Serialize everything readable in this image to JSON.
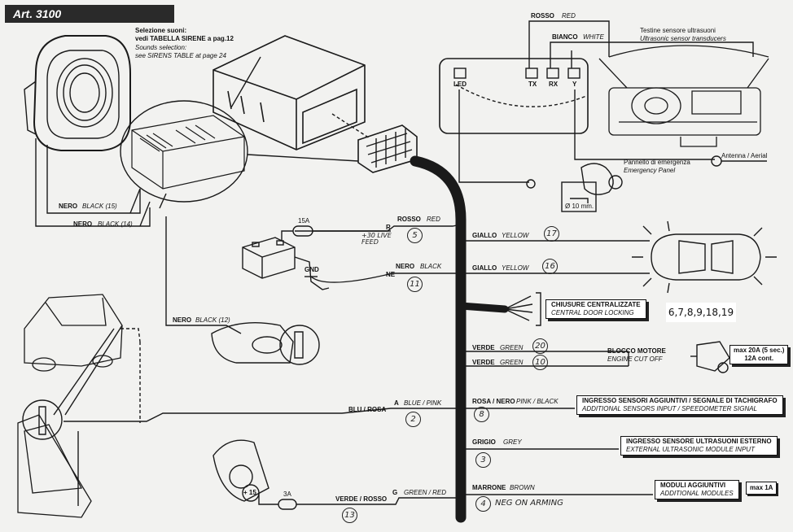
{
  "header": {
    "title": "Art. 3100"
  },
  "sounds": {
    "it_line1": "Selezione suoni:",
    "it_line2": "vedi TABELLA SIRENE a pag.12",
    "en_line1": "Sounds selection:",
    "en_line2": "see SIRENS TABLE at page 24"
  },
  "sensor": {
    "rosso": "ROSSO",
    "red": "RED",
    "bianco": "BIANCO",
    "white": "WHITE",
    "testine_it": "Testine sensore ultrasuoni",
    "testine_en": "Ultrasonic sensor transducers",
    "led": "LED",
    "tx": "TX",
    "rx": "RX",
    "y": "Y"
  },
  "antenna": "Antenna / Aerial",
  "panel": {
    "it": "Pannello di emergenza",
    "en": "Emergency Panel",
    "drill": "Ø 10 mm."
  },
  "left_wires": {
    "nero15_it": "NERO",
    "nero15_en": "BLACK (15)",
    "nero14_it": "NERO",
    "nero14_en": "BLACK (14)",
    "nero12_it": "NERO",
    "nero12_en": "BLACK (12)"
  },
  "power": {
    "fuse15": "15A",
    "r": "R",
    "rosso": "ROSSO",
    "red": "RED",
    "handwritten": "+30 LIVE FEED",
    "c5": "5",
    "gnd": "GND",
    "ne": "NE",
    "nero": "NERO",
    "black": "BLACK",
    "c11": "11"
  },
  "right_wires": {
    "giallo1": "GIALLO",
    "yellow1": "YELLOW",
    "c17": "17",
    "giallo2": "GIALLO",
    "yellow2": "YELLOW",
    "c16": "16",
    "verde1": "VERDE",
    "green1": "GREEN",
    "c20": "20",
    "verde2": "VERDE",
    "green2": "GREEN",
    "c10": "10",
    "rosanero": "ROSA / NERO",
    "pinkblack": "PINK / BLACK",
    "c8": "8",
    "grigio": "GRIGIO",
    "grey": "GREY",
    "c3": "3",
    "marrone": "MARRONE",
    "brown": "BROWN",
    "c4": "4",
    "neg": "NEG ON ARMING"
  },
  "boxes": {
    "door_it": "CHIUSURE CENTRALIZZATE",
    "door_en": "CENTRAL DOOR LOCKING",
    "engine_it": "BLOCCO MOTORE",
    "engine_en": "ENGINE CUT OFF",
    "engine_max1": "max 20A (5 sec.)",
    "engine_max2": "12A cont.",
    "sens_it": "INGRESSO SENSORI AGGIUNTIVI / SEGNALE DI TACHIGRAFO",
    "sens_en": "ADDITIONAL SENSORS INPUT / SPEEDOMETER SIGNAL",
    "ultra_it": "INGRESSO SENSORE ULTRASUONI ESTERNO",
    "ultra_en": "EXTERNAL ULTRASONIC MODULE INPUT",
    "mod_it": "MODULI AGGIUNTIVI",
    "mod_en": "ADDITIONAL MODULES",
    "mod_max": "max 1A"
  },
  "bottom_wires": {
    "blurosa": "BLU / ROSA",
    "a": "A",
    "bluepink": "BLUE / PINK",
    "c2": "2",
    "fuse3": "3A",
    "verderosso": "VERDE / ROSSO",
    "g": "G",
    "greenred": "GREEN / RED",
    "c13": "13",
    "plus15": "+ 15"
  },
  "note": "6,7,8,9,18,19"
}
